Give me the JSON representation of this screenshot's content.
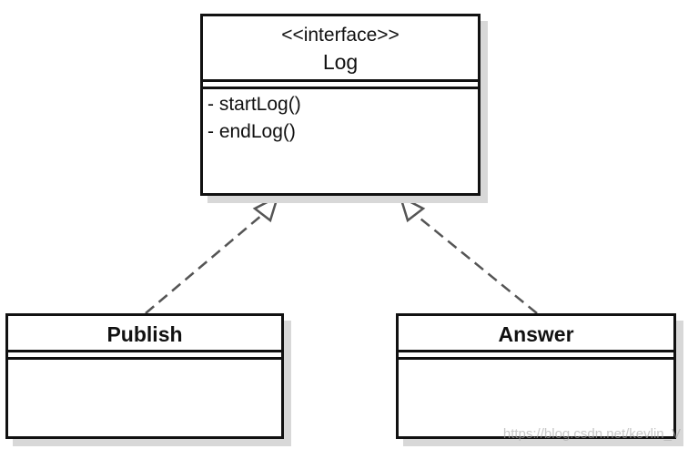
{
  "diagram": {
    "interface": {
      "stereotype": "<<interface>>",
      "name": "Log",
      "methods": [
        "- startLog()",
        "- endLog()"
      ]
    },
    "classes": [
      {
        "name": "Publish"
      },
      {
        "name": "Answer"
      }
    ],
    "relationships": [
      {
        "from": "Publish",
        "to": "Log",
        "type": "realization"
      },
      {
        "from": "Answer",
        "to": "Log",
        "type": "realization"
      }
    ],
    "watermark": "https://blog.csdn.net/kevlin_V"
  }
}
